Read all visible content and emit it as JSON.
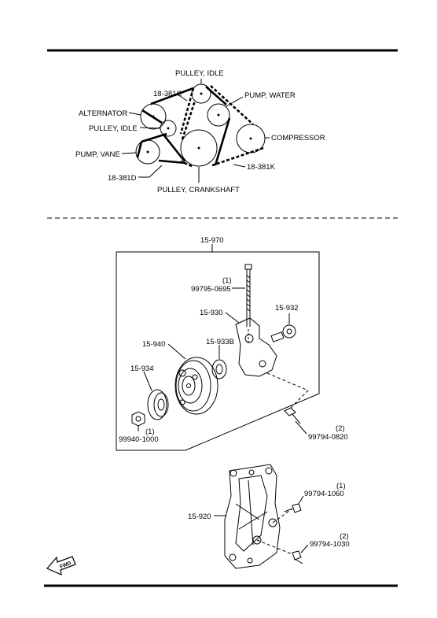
{
  "belt_diagram": {
    "pulley_idle_top": "PULLEY, IDLE",
    "belt_c": "18-381C",
    "pump_water": "PUMP, WATER",
    "alternator": "ALTERNATOR",
    "pulley_idle_mid": "PULLEY, IDLE",
    "compressor": "COMPRESSOR",
    "pump_vane": "PUMP, VANE",
    "belt_k": "18-381K",
    "belt_d": "18-381D",
    "pulley_crankshaft": "PULLEY, CRANKSHAFT"
  },
  "parts": {
    "assy": "15-970",
    "bolt_qty": "(1)",
    "bolt": "99795-0695",
    "bracket": "15-930",
    "spacer": "15-932",
    "pulley": "15-940",
    "bearing": "15-933B",
    "plate": "15-934",
    "nut_qty": "(1)",
    "nut": "99940-1000",
    "bolt2_qty": "(2)",
    "bolt2": "99794-0820",
    "mount": "15-920",
    "bolt3_qty": "(1)",
    "bolt3": "99794-1060",
    "bolt4_qty": "(2)",
    "bolt4": "99794-1030",
    "fwd": "FWD"
  }
}
